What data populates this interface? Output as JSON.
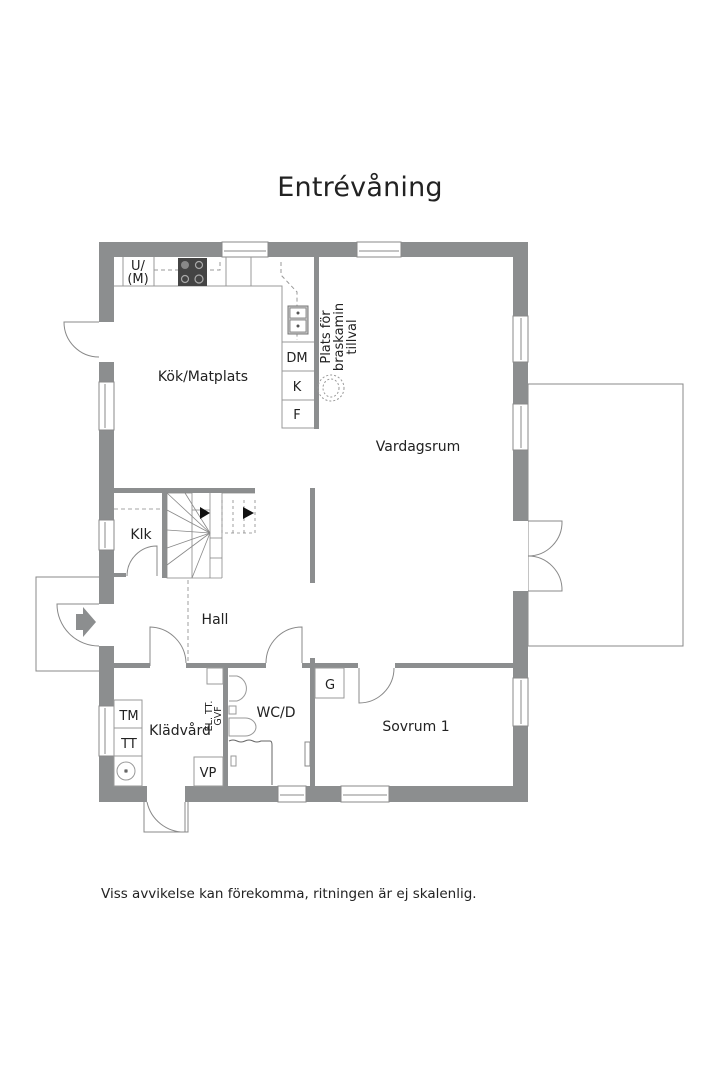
{
  "title": "Entrévåning",
  "footnote": "Viss avvikelse kan förekomma, ritningen är ej skalenlig.",
  "colors": {
    "wall": "#8c8e8f",
    "line": "#777777",
    "text": "#222222",
    "background": "#ffffff",
    "stove": "#444444"
  },
  "rooms": {
    "kitchen": "Kök/Matplats",
    "living": "Vardagsrum",
    "closet": "Klk",
    "hall": "Hall",
    "laundry": "Klädvård",
    "wc": "WC/D",
    "bedroom": "Sovrum 1"
  },
  "fixtures": {
    "fridge_freezer_u": "U/",
    "fridge_freezer_m": "(M)",
    "dishwasher": "DM",
    "fridge": "K",
    "freezer": "F",
    "washer": "TM",
    "dryer": "TT",
    "water_heater": "VP",
    "wardrobe": "G",
    "utility_line1": "EL. TT.",
    "utility_line2": "GVF"
  },
  "annotations": {
    "stove_line1": "Plats för",
    "stove_line2": "braskamin",
    "stove_line3": "tillval"
  }
}
